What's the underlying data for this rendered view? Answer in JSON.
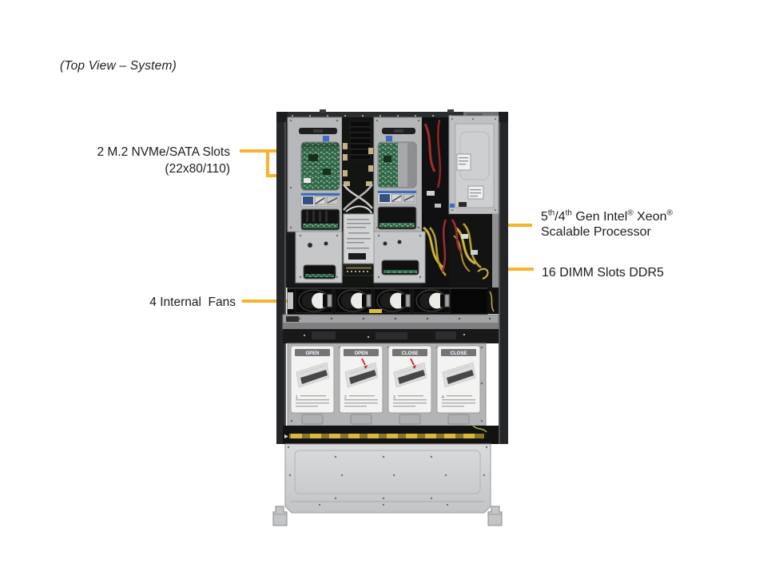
{
  "title": "(Top View – System)",
  "accent_color": "#F9B22B",
  "labels": {
    "m2": {
      "line1": "2 M.2 NVMe/SATA Slots",
      "line2": "(22x80/110)"
    },
    "cpu": {
      "p0": "5",
      "s0": "th",
      "p1": "/4",
      "s1": "th",
      "p2": " Gen Intel",
      "s2": "®",
      "p3": " Xeon",
      "s3": "®",
      "line2": "Scalable Processor"
    },
    "dimm": "16 DIMM Slots DDR5",
    "fans": "4 Internal  Fans"
  },
  "server": {
    "tray_cards": [
      {
        "label": "OPEN",
        "step": "1"
      },
      {
        "label": "OPEN",
        "step": "2"
      },
      {
        "label": "CLOSE",
        "step": "3"
      },
      {
        "label": "CLOSE",
        "step": "4"
      }
    ]
  }
}
